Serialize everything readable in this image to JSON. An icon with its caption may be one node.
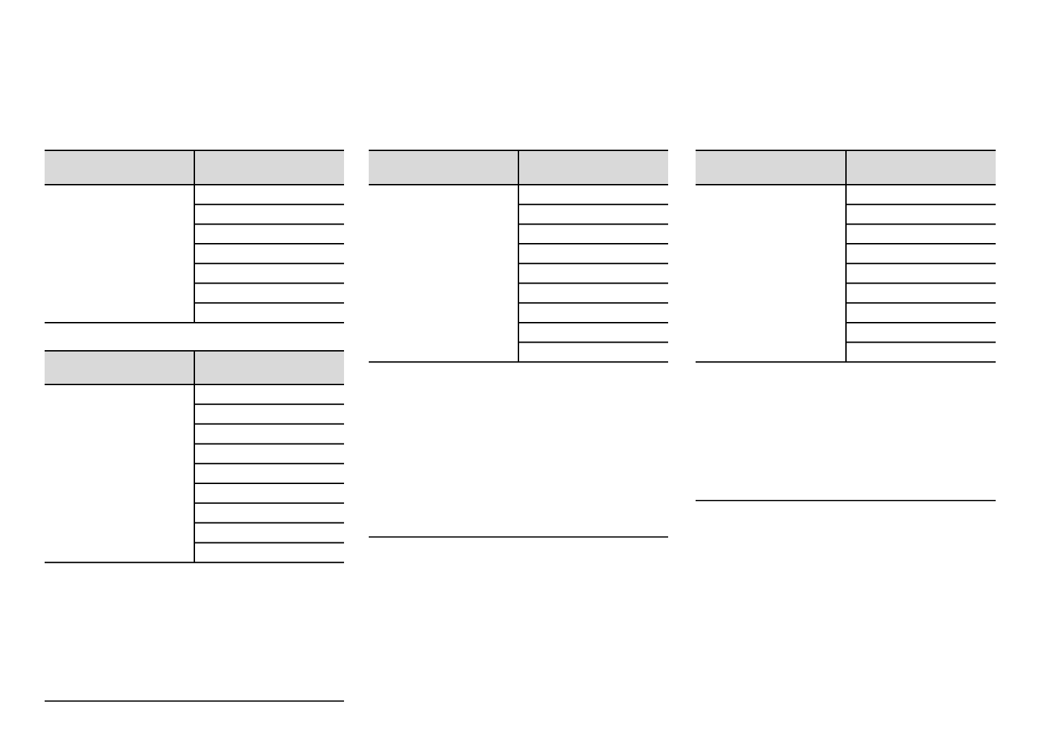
{
  "diagram": {
    "nodes": [
      {
        "text": [],
        "shape": "table"
      },
      {
        "text": [],
        "shape": "table"
      },
      {
        "text": [],
        "shape": "table"
      },
      {
        "text": [],
        "shape": "table"
      }
    ]
  }
}
